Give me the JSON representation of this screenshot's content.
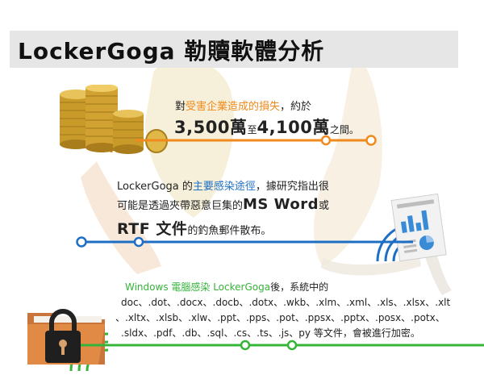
{
  "title": "LockerGoga 勒贖軟體分析",
  "section1": {
    "line1_prefix": "對",
    "line1_highlight": "受害企業造成的損失",
    "line1_suffix": "，約於",
    "line2_a": "3,500萬",
    "line2_b": "至",
    "line2_c": "4,100萬",
    "line2_d": "之間。"
  },
  "section2": {
    "line1_prefix": "LockerGoga 的",
    "line1_highlight": "主要感染途徑",
    "line1_suffix": "，據研究指出很",
    "line2_a": "可能是透過夾帶惡意巨集的",
    "line2_b": "MS Word",
    "line2_c": "或",
    "line3_a": "RTF 文件",
    "line3_b": "的釣魚郵件散布。"
  },
  "section3": {
    "line1_highlight": "Windows 電腦感染 LockerGoga",
    "line1_suffix": "後，系統中的",
    "line2": "doc、.dot、.docx、.docb、.dotx、.wkb、.xlm、.xml、.xls、.xlsx、.xlt",
    "line3": "、.xltx、.xlsb、.xlw、.ppt、.pps、.pot、.ppsx、.pptx、.posx、.potx、",
    "line4": ".sldx、.pdf、.db、.sql、.cs、.ts、.js、py 等文件，會被進行加密。"
  },
  "icons": [
    "coins-icon",
    "report-document-icon",
    "locked-folder-icon"
  ],
  "colors": {
    "orange": "#f08a1c",
    "blue": "#1e6fc4",
    "green": "#35b43a",
    "title_bg": "#e6e6e6"
  }
}
